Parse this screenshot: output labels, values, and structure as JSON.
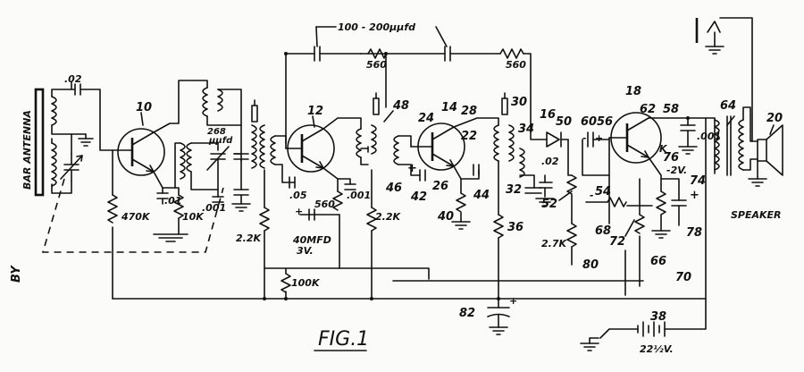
{
  "labels": {
    "bar_antenna": "BAR ANTENNA",
    "by": "BY",
    "cap_02_a": ".02",
    "cap_02_b": ".02",
    "cap_01": ".01",
    "cap_001_a": ".001",
    "cap_001_b": ".001",
    "cap_001_c": ".001",
    "cap_05": ".05",
    "cap_268": "268",
    "cap_268_unit": "μμfd",
    "cap_feedback": "100 - 200μμfd",
    "cap_40mfd": "40MFD",
    "cap_40mfd_v": "3V.",
    "res_470k": "470K",
    "res_10k": "10K",
    "res_22k_a": "2.2K",
    "res_22k_b": "2.2K",
    "res_560_a": "560",
    "res_560_b": "560",
    "res_560_c": "560",
    "res_100k": "100K",
    "res_27k": "2.7K",
    "k_label": "K",
    "minus_2v": "-2V.",
    "battery_v": "22½V.",
    "speaker": "SPEAKER",
    "fig": "FIG.1",
    "plus": "+",
    "minus": "-",
    "ref": {
      "r10": "10",
      "r12": "12",
      "r14": "14",
      "r16": "16",
      "r18": "18",
      "r20": "20",
      "r22": "22",
      "r24": "24",
      "r26": "26",
      "r28": "28",
      "r30": "30",
      "r32": "32",
      "r34": "34",
      "r36": "36",
      "r38": "38",
      "r40": "40",
      "r42": "42",
      "r44": "44",
      "r46": "46",
      "r48": "48",
      "r50": "50",
      "r52": "52",
      "r54": "54",
      "r56": "56",
      "r58": "58",
      "r60": "60",
      "r62": "62",
      "r64": "64",
      "r66": "66",
      "r68": "68",
      "r70": "70",
      "r72": "72",
      "r74": "74",
      "r76": "76",
      "r78": "78",
      "r80": "80",
      "r82": "82"
    }
  }
}
